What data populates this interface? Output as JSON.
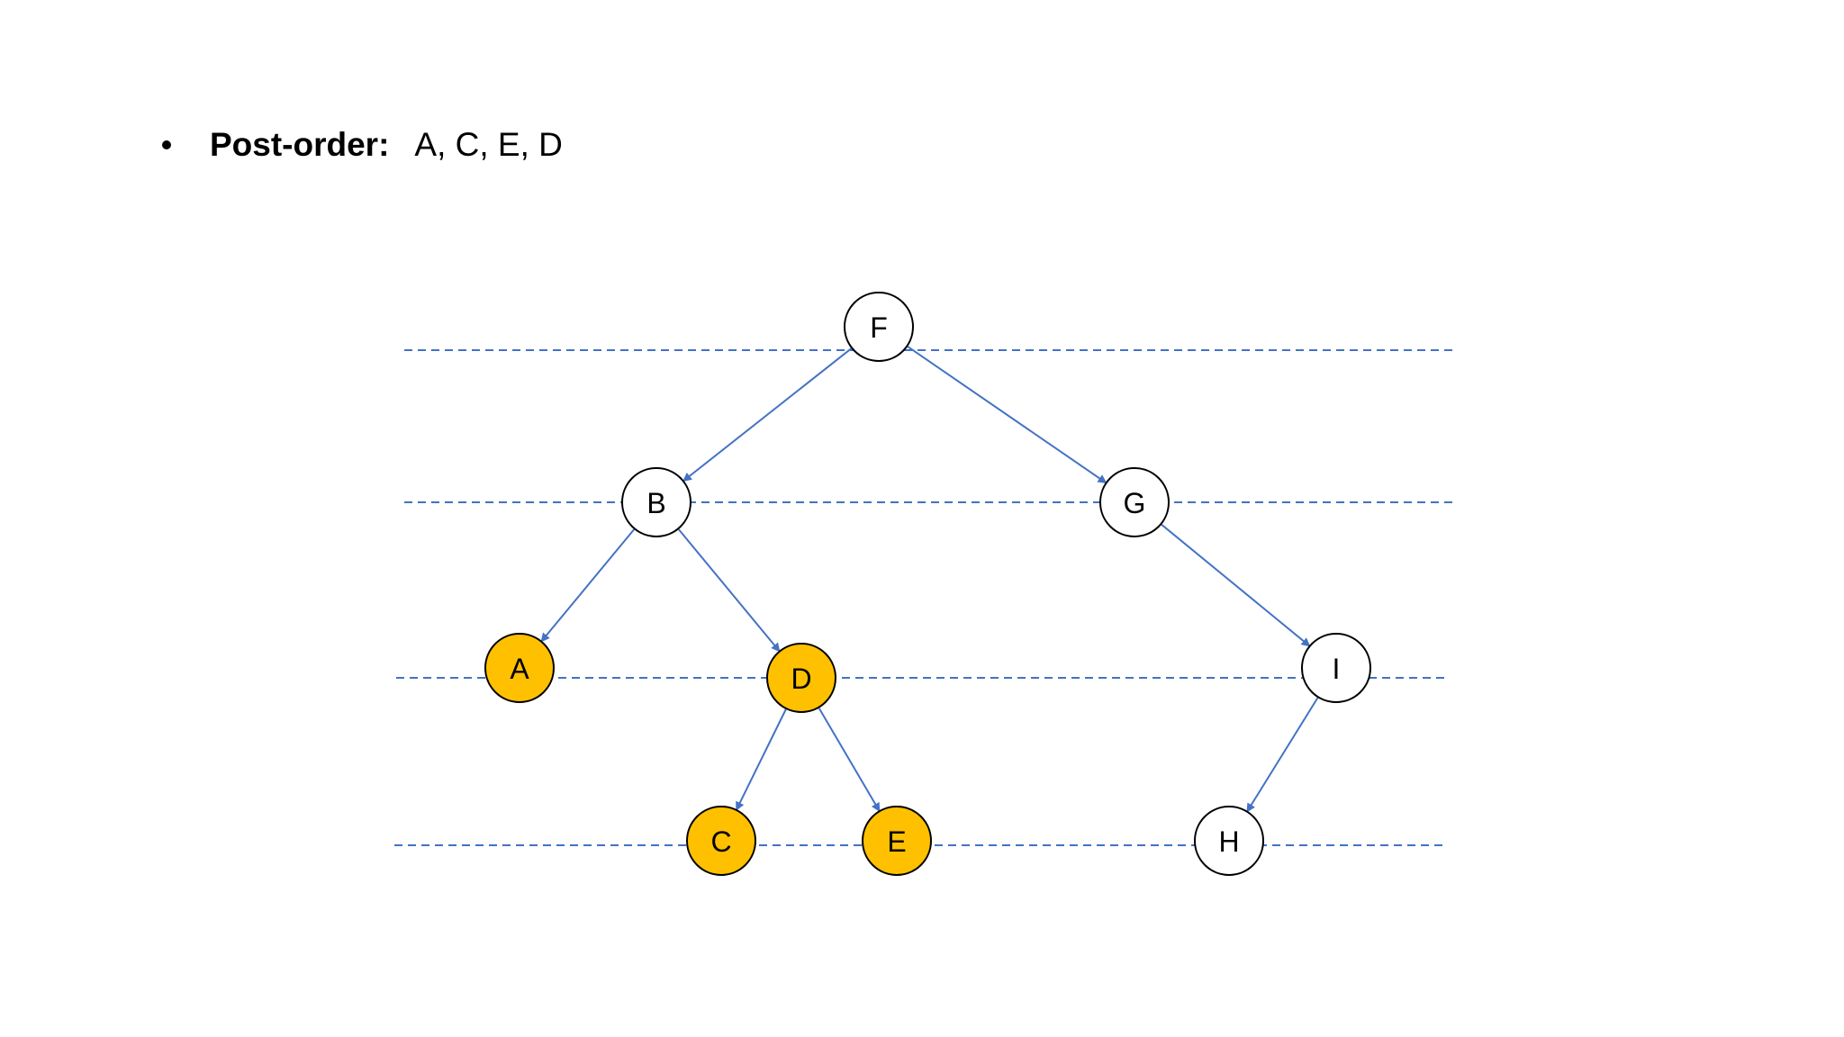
{
  "bullet": {
    "label": "Post-order:",
    "value": "A, C, E, D"
  },
  "colors": {
    "highlight_fill": "#FFC000",
    "default_fill": "#FFFFFF",
    "node_stroke": "#000000",
    "edge": "#4472C4",
    "level_line": "#4472C4"
  },
  "tree": {
    "nodes": [
      {
        "id": "F",
        "label": "F",
        "highlighted": false
      },
      {
        "id": "B",
        "label": "B",
        "highlighted": false
      },
      {
        "id": "G",
        "label": "G",
        "highlighted": false
      },
      {
        "id": "A",
        "label": "A",
        "highlighted": true
      },
      {
        "id": "D",
        "label": "D",
        "highlighted": true
      },
      {
        "id": "I",
        "label": "I",
        "highlighted": false
      },
      {
        "id": "C",
        "label": "C",
        "highlighted": true
      },
      {
        "id": "E",
        "label": "E",
        "highlighted": true
      },
      {
        "id": "H",
        "label": "H",
        "highlighted": false
      }
    ],
    "edges": [
      {
        "from": "F",
        "to": "B"
      },
      {
        "from": "F",
        "to": "G"
      },
      {
        "from": "B",
        "to": "A"
      },
      {
        "from": "B",
        "to": "D"
      },
      {
        "from": "G",
        "to": "I"
      },
      {
        "from": "D",
        "to": "C"
      },
      {
        "from": "D",
        "to": "E"
      },
      {
        "from": "I",
        "to": "H"
      }
    ]
  }
}
